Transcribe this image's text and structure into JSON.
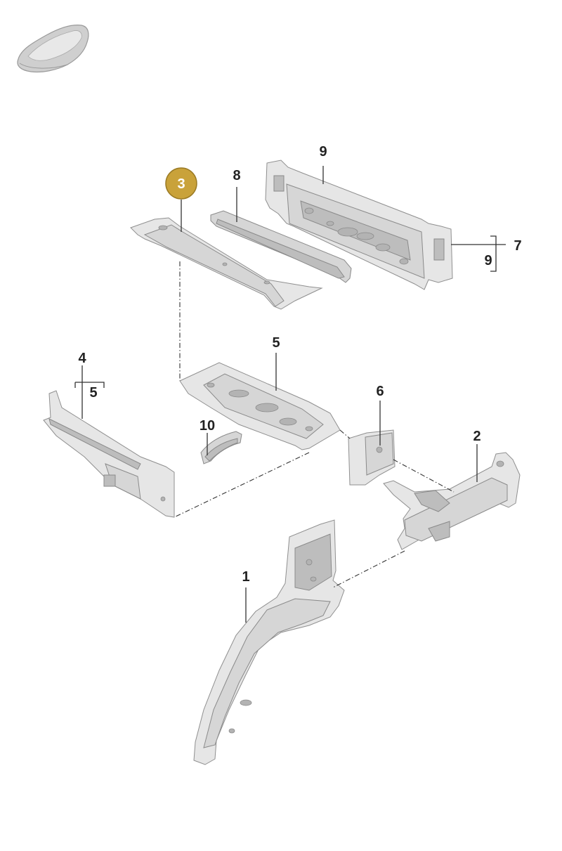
{
  "diagram": {
    "highlight_color": "#c9a23a",
    "part_color": "#d6d6d6",
    "icon": "car-silhouette-icon",
    "callouts": [
      {
        "id": "c1",
        "label": "1"
      },
      {
        "id": "c2",
        "label": "2"
      },
      {
        "id": "c3",
        "label": "3",
        "highlighted": true
      },
      {
        "id": "c4",
        "label": "4"
      },
      {
        "id": "c4b",
        "label": "5"
      },
      {
        "id": "c5",
        "label": "5"
      },
      {
        "id": "c6",
        "label": "6"
      },
      {
        "id": "c7",
        "label": "7"
      },
      {
        "id": "c7b",
        "label": "9"
      },
      {
        "id": "c8",
        "label": "8"
      },
      {
        "id": "c9",
        "label": "9"
      },
      {
        "id": "c10",
        "label": "10"
      }
    ]
  }
}
